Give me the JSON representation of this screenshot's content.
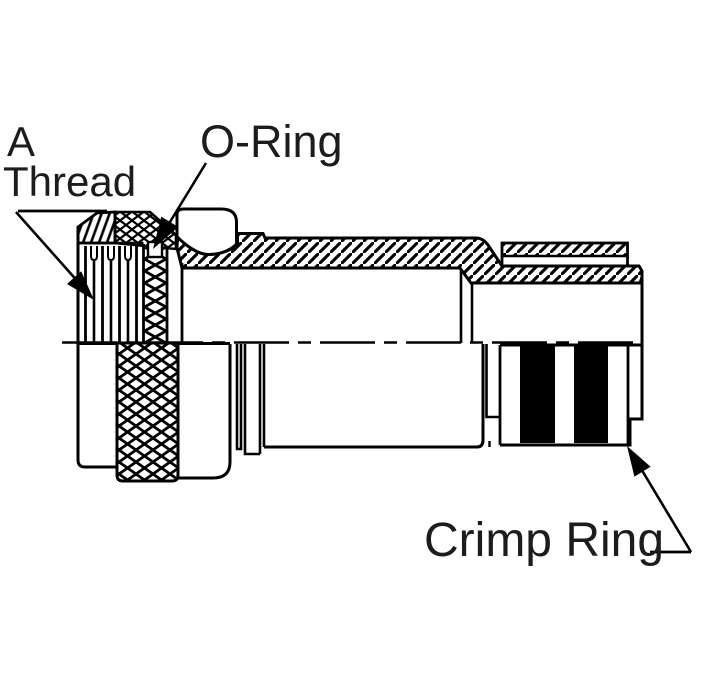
{
  "diagram": {
    "type": "connector-cross-section",
    "colors": {
      "background": "#ffffff",
      "ink": "#000000",
      "text": "#1c1c1c",
      "crimp_band": "#000000"
    },
    "labels": {
      "a_thread_line1": "A",
      "a_thread_line2": "Thread",
      "o_ring": "O-Ring",
      "crimp_ring": "Crimp Ring"
    },
    "callouts": [
      {
        "name": "a-thread-leader",
        "points_to": "threaded-nut"
      },
      {
        "name": "o-ring-leader",
        "points_to": "o-ring-seat"
      },
      {
        "name": "crimp-ring-leader",
        "points_to": "crimp-ring-bands"
      }
    ]
  }
}
